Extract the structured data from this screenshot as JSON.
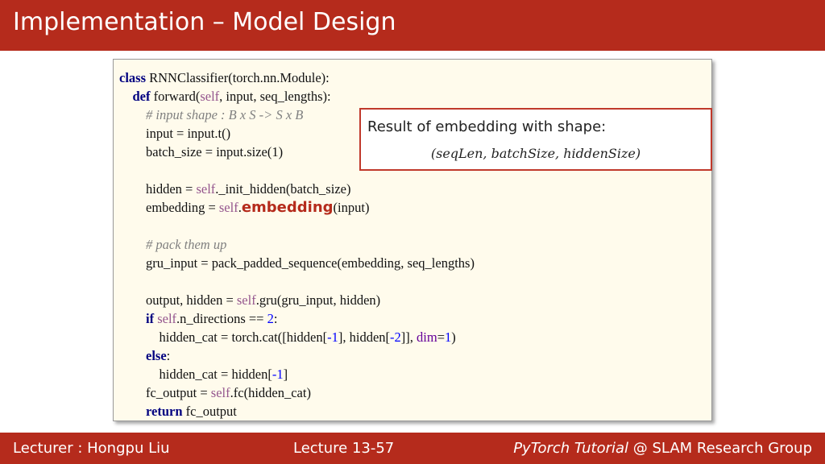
{
  "header": {
    "title": "Implementation – Model Design"
  },
  "code": {
    "l1": [
      "class",
      " RNNClassifier(torch.nn.Module):"
    ],
    "l2": [
      "    ",
      "def",
      " forward(",
      "self",
      ", input, seq_lengths):"
    ],
    "l3": [
      "        ",
      "# input shape : B x S -> S x B"
    ],
    "l4": [
      "        input = input.t()"
    ],
    "l5": [
      "        batch_size = input.size(1)"
    ],
    "l7": [
      "        hidden = ",
      "self",
      "._init_hidden(batch_size)"
    ],
    "l8": [
      "        embedding = ",
      "self",
      ".",
      "embedding",
      "(input)"
    ],
    "l10": [
      "        ",
      "# pack them up"
    ],
    "l11": [
      "        gru_input = pack_padded_sequence(embedding, seq_lengths)"
    ],
    "l13": [
      "        output, hidden = ",
      "self",
      ".gru(gru_input, hidden)"
    ],
    "l14": [
      "        ",
      "if",
      " ",
      "self",
      ".n_directions == ",
      "2",
      ":"
    ],
    "l15": [
      "            hidden_cat = torch.cat([hidden[",
      "-1",
      "], hidden[",
      "-2",
      "]], ",
      "dim",
      "=",
      "1",
      ")"
    ],
    "l16": [
      "        ",
      "else",
      ":"
    ],
    "l17": [
      "            hidden_cat = hidden[",
      "-1",
      "]"
    ],
    "l18": [
      "        fc_output = ",
      "self",
      ".fc(hidden_cat)"
    ],
    "l19": [
      "        ",
      "return",
      " fc_output"
    ]
  },
  "callout": {
    "text": "Result of embedding with shape:",
    "math": "(seqLen, batchSize, hiddenSize)"
  },
  "footer": {
    "lecturer": "Lecturer : Hongpu Liu",
    "lecture": "Lecture 13-57",
    "tutorial": "PyTorch Tutorial",
    "group": " @ SLAM Research Group"
  },
  "colors": {
    "brand": "#b52b1c",
    "code_background": "#fffbec",
    "keyword": "#000080",
    "self": "#94558d",
    "number": "#0000ff"
  }
}
